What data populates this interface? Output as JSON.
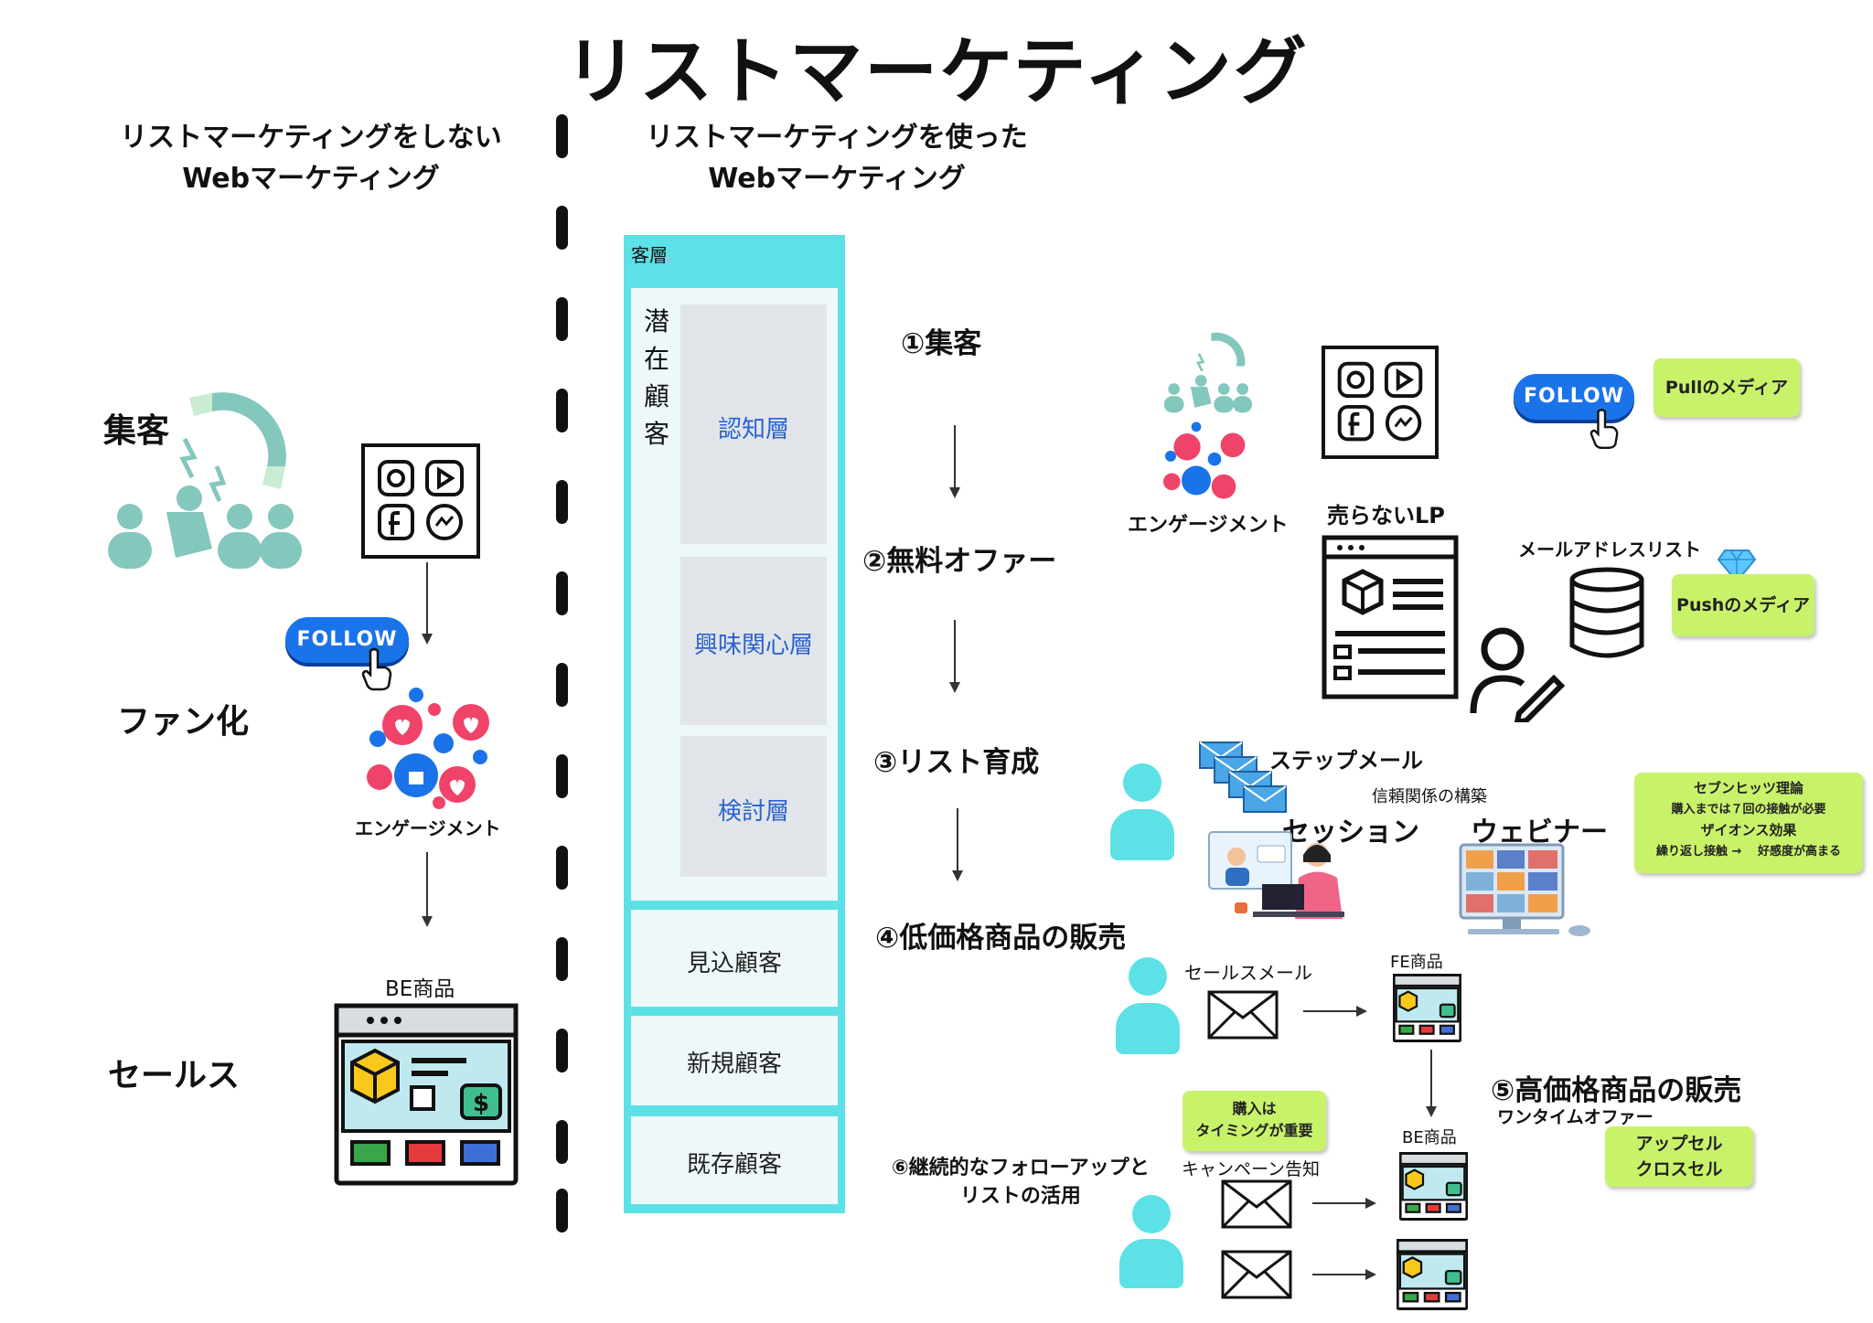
{
  "title": "リストマーケティング",
  "left_heading": [
    "リストマーケティングをしない",
    "Webマーケティング"
  ],
  "right_heading": [
    "リストマーケティングを使った",
    "Webマーケティング"
  ],
  "left_stages": {
    "acquire": "集客",
    "fan": "ファン化",
    "sales": "セールス",
    "engagement": "エンゲージメント",
    "be_product": "BE商品",
    "follow": "FOLLOW"
  },
  "funnel": {
    "header": "客層",
    "potential_chars": [
      "潜",
      "在",
      "顧",
      "客"
    ],
    "layers": [
      "認知層",
      "興味関心層",
      "検討層"
    ],
    "prospect": "見込顧客",
    "new_customer": "新規顧客",
    "existing": "既存顧客"
  },
  "steps": {
    "s1": "①集客",
    "s2": "②無料オファー",
    "s3": "③リスト育成",
    "s4": "④低価格商品の販売",
    "s5": "⑤高価格商品の販売",
    "s5_sub": "ワンタイムオファー",
    "s6_line1": "⑥継続的なフォローアップと",
    "s6_line2": "リストの活用"
  },
  "right": {
    "engagement": "エンゲージメント",
    "follow": "FOLLOW",
    "pull_media": "Pullのメディア",
    "lp": "売らないLP",
    "mail_list": "メールアドレスリスト",
    "push_media": "Pushのメディア",
    "step_mail": "ステップメール",
    "trust": "信頼関係の構築",
    "session": "セッション",
    "webinar": "ウェビナー",
    "seven_hits": [
      "セブンヒッツ理論",
      "購入までは７回の接触が必要",
      "ザイオンス効果",
      "繰り返し接触 →　 好感度が高まる"
    ],
    "sales_mail": "セールスメール",
    "fe_product": "FE商品",
    "timing": [
      "購入は",
      "タイミングが重要"
    ],
    "campaign": "キャンペーン告知",
    "be_product": "BE商品",
    "upsell": [
      "アップセル",
      "クロスセル"
    ]
  },
  "colors": {
    "cyan": "#5ce1e6",
    "teal": "#84c7bd",
    "lime": "#c9f26b",
    "blue_text": "#2b63ce",
    "follow_blue": "#1a73e8"
  }
}
